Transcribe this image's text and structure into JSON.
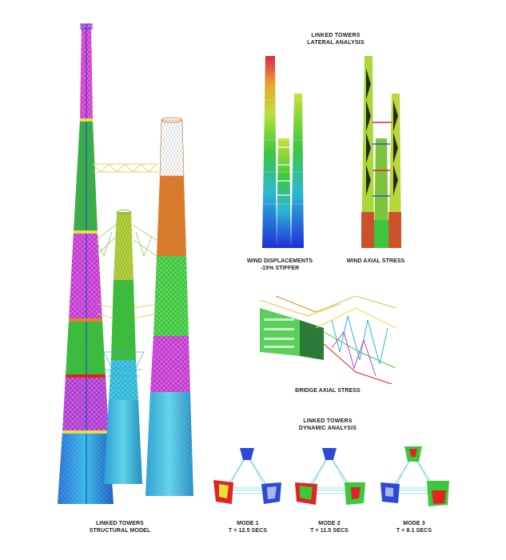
{
  "lateral_heading": {
    "line1": "LINKED TOWERS",
    "line2": "LATERAL ANALYSIS"
  },
  "dynamic_heading": {
    "line1": "LINKED TOWERS",
    "line2": "DYNAMIC ANALYSIS"
  },
  "structural_caption": {
    "line1": "LINKED TOWERS",
    "line2": "STRUCTURAL MODEL"
  },
  "wind_disp_caption": {
    "line1": "WIND DISPLACEMENTS",
    "line2": "-15% STIFFER"
  },
  "wind_axial_caption": {
    "line1": "WIND AXIAL STRESS"
  },
  "bridge_caption": {
    "line1": "BRIDGE AXIAL STRESS"
  },
  "modes": [
    {
      "label": "MODE 1",
      "period": "T = 12.5 SECS"
    },
    {
      "label": "MODE 2",
      "period": "T = 11.5 SECS"
    },
    {
      "label": "MODE 3",
      "period": "T = 8.1 SECS"
    }
  ],
  "colors": {
    "blue": "#1f4fd8",
    "cyan": "#2cb6d6",
    "green": "#3cc83c",
    "yellow": "#e6e03a",
    "orange": "#e8812a",
    "red": "#e02424",
    "magenta": "#c43ad0"
  }
}
